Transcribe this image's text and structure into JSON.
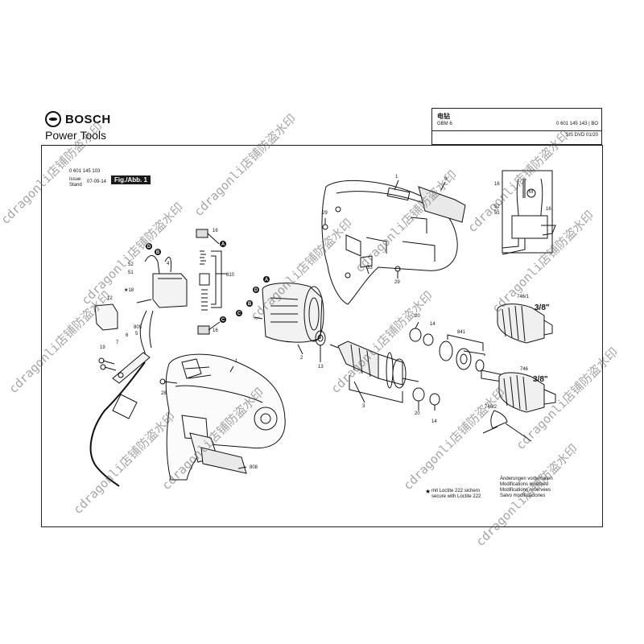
{
  "header": {
    "brand": "BOSCH",
    "subtitle": "Power Tools"
  },
  "title_block": {
    "name_cn": "电钻",
    "model": "GBM 6",
    "part_number": "0 601 145 143 | BO",
    "doc": "SIS DVD 01/20"
  },
  "meta": {
    "part_number": "0 601 145 103",
    "issue_label": "Issue",
    "stand_label": "Stand",
    "date": "07-09-14",
    "fig_label": "Fig./Abb. 1"
  },
  "parts": {
    "p1_top": "1",
    "p9": "9",
    "p29_a": "29",
    "p29_b": "29",
    "p33": "33",
    "p16_a": "16",
    "p16_b": "16",
    "p810": "810",
    "p52": "52",
    "p51": "51",
    "p4": "4",
    "p18": "★18",
    "p12": "12",
    "p805": "805",
    "p5": "5",
    "p6": "6",
    "p7": "7",
    "p19": "19",
    "p2": "2",
    "p13": "13",
    "p3": "3",
    "p20_a": "20",
    "p14_a": "14",
    "p20_b": "20",
    "p14_b": "14",
    "p841": "841",
    "p746_1": "746/1",
    "p746": "746",
    "p746_2": "746/2",
    "p1_bottom": "1",
    "p28": "28",
    "p808": "808",
    "chuck_size_a": "3/8\"",
    "chuck_size_b": "3/8\"",
    "sch_16_a": "16",
    "sch_16_b": "16",
    "sch_52": "52",
    "sch_51": "51",
    "sch_m": "M"
  },
  "callouts": [
    "A",
    "B",
    "C",
    "D"
  ],
  "notes": {
    "loctite_de": "mit Loctite 222 sichern",
    "loctite_en": "secure with Loctite 222",
    "mod_de": "Änderungen vorbehalten",
    "mod_en": "Modifications reserved",
    "mod_fr": "Modifications réservées",
    "mod_es": "Salvo modificaciones"
  },
  "watermark": "cdragonli店铺防盗水印"
}
